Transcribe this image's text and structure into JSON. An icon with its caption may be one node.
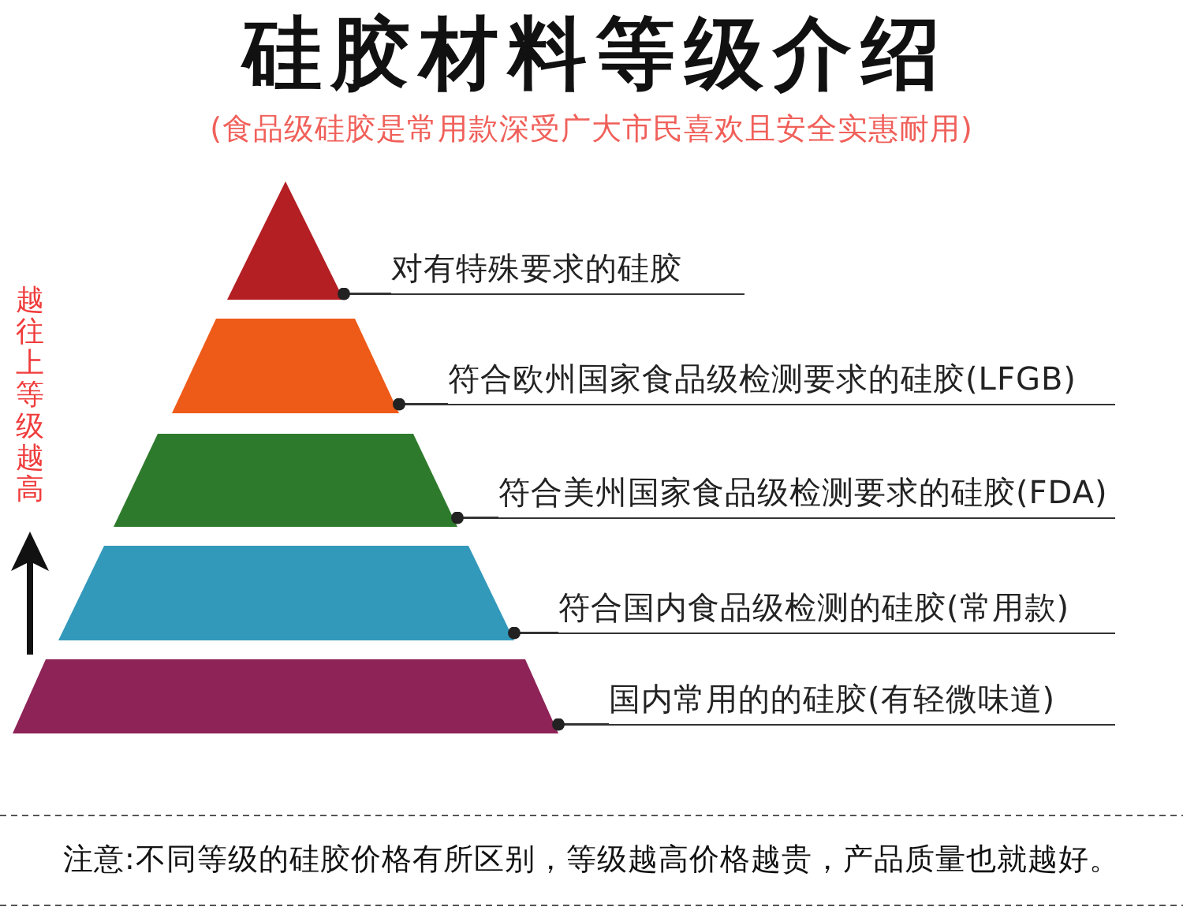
{
  "diagram": {
    "title": "硅胶材料等级介绍",
    "nodes": [
      {
        "text": [],
        "shape": "triangle"
      },
      {
        "text": [],
        "shape": "trapezoid"
      },
      {
        "text": [],
        "shape": "trapezoid"
      },
      {
        "text": [],
        "shape": "trapezoid"
      },
      {
        "text": [],
        "shape": "trapezoid"
      },
      {
        "text": [
          "对有特殊要求的硅胶"
        ]
      },
      {
        "text": [
          "符合欧州国家食品级检测要求的硅胶(LFGB)"
        ]
      },
      {
        "text": [
          "符合美州国家食品级检测要求的硅胶(FDA)"
        ]
      },
      {
        "text": [
          "符合国内食品级检测的硅胶(常用款)"
        ]
      },
      {
        "text": [
          "国内常用的的硅胶(有轻微味道)"
        ]
      }
    ],
    "edges": [
      {
        "from": 5,
        "to": 0,
        "arrow": "other"
      },
      {
        "from": 6,
        "to": 1,
        "arrow": "other"
      },
      {
        "from": 7,
        "to": 2,
        "arrow": "other"
      },
      {
        "from": 8,
        "to": 3,
        "arrow": "other"
      },
      {
        "from": 9,
        "to": 4,
        "arrow": "other"
      }
    ],
    "labels": [
      "(食品级硅胶是常用款深受广大市民喜欢且安全实惠耐用)",
      "越往上等级越高",
      "注意:不同等级的硅胶价格有所区别，等级越高价格越贵，产品质量也就越好。"
    ]
  }
}
